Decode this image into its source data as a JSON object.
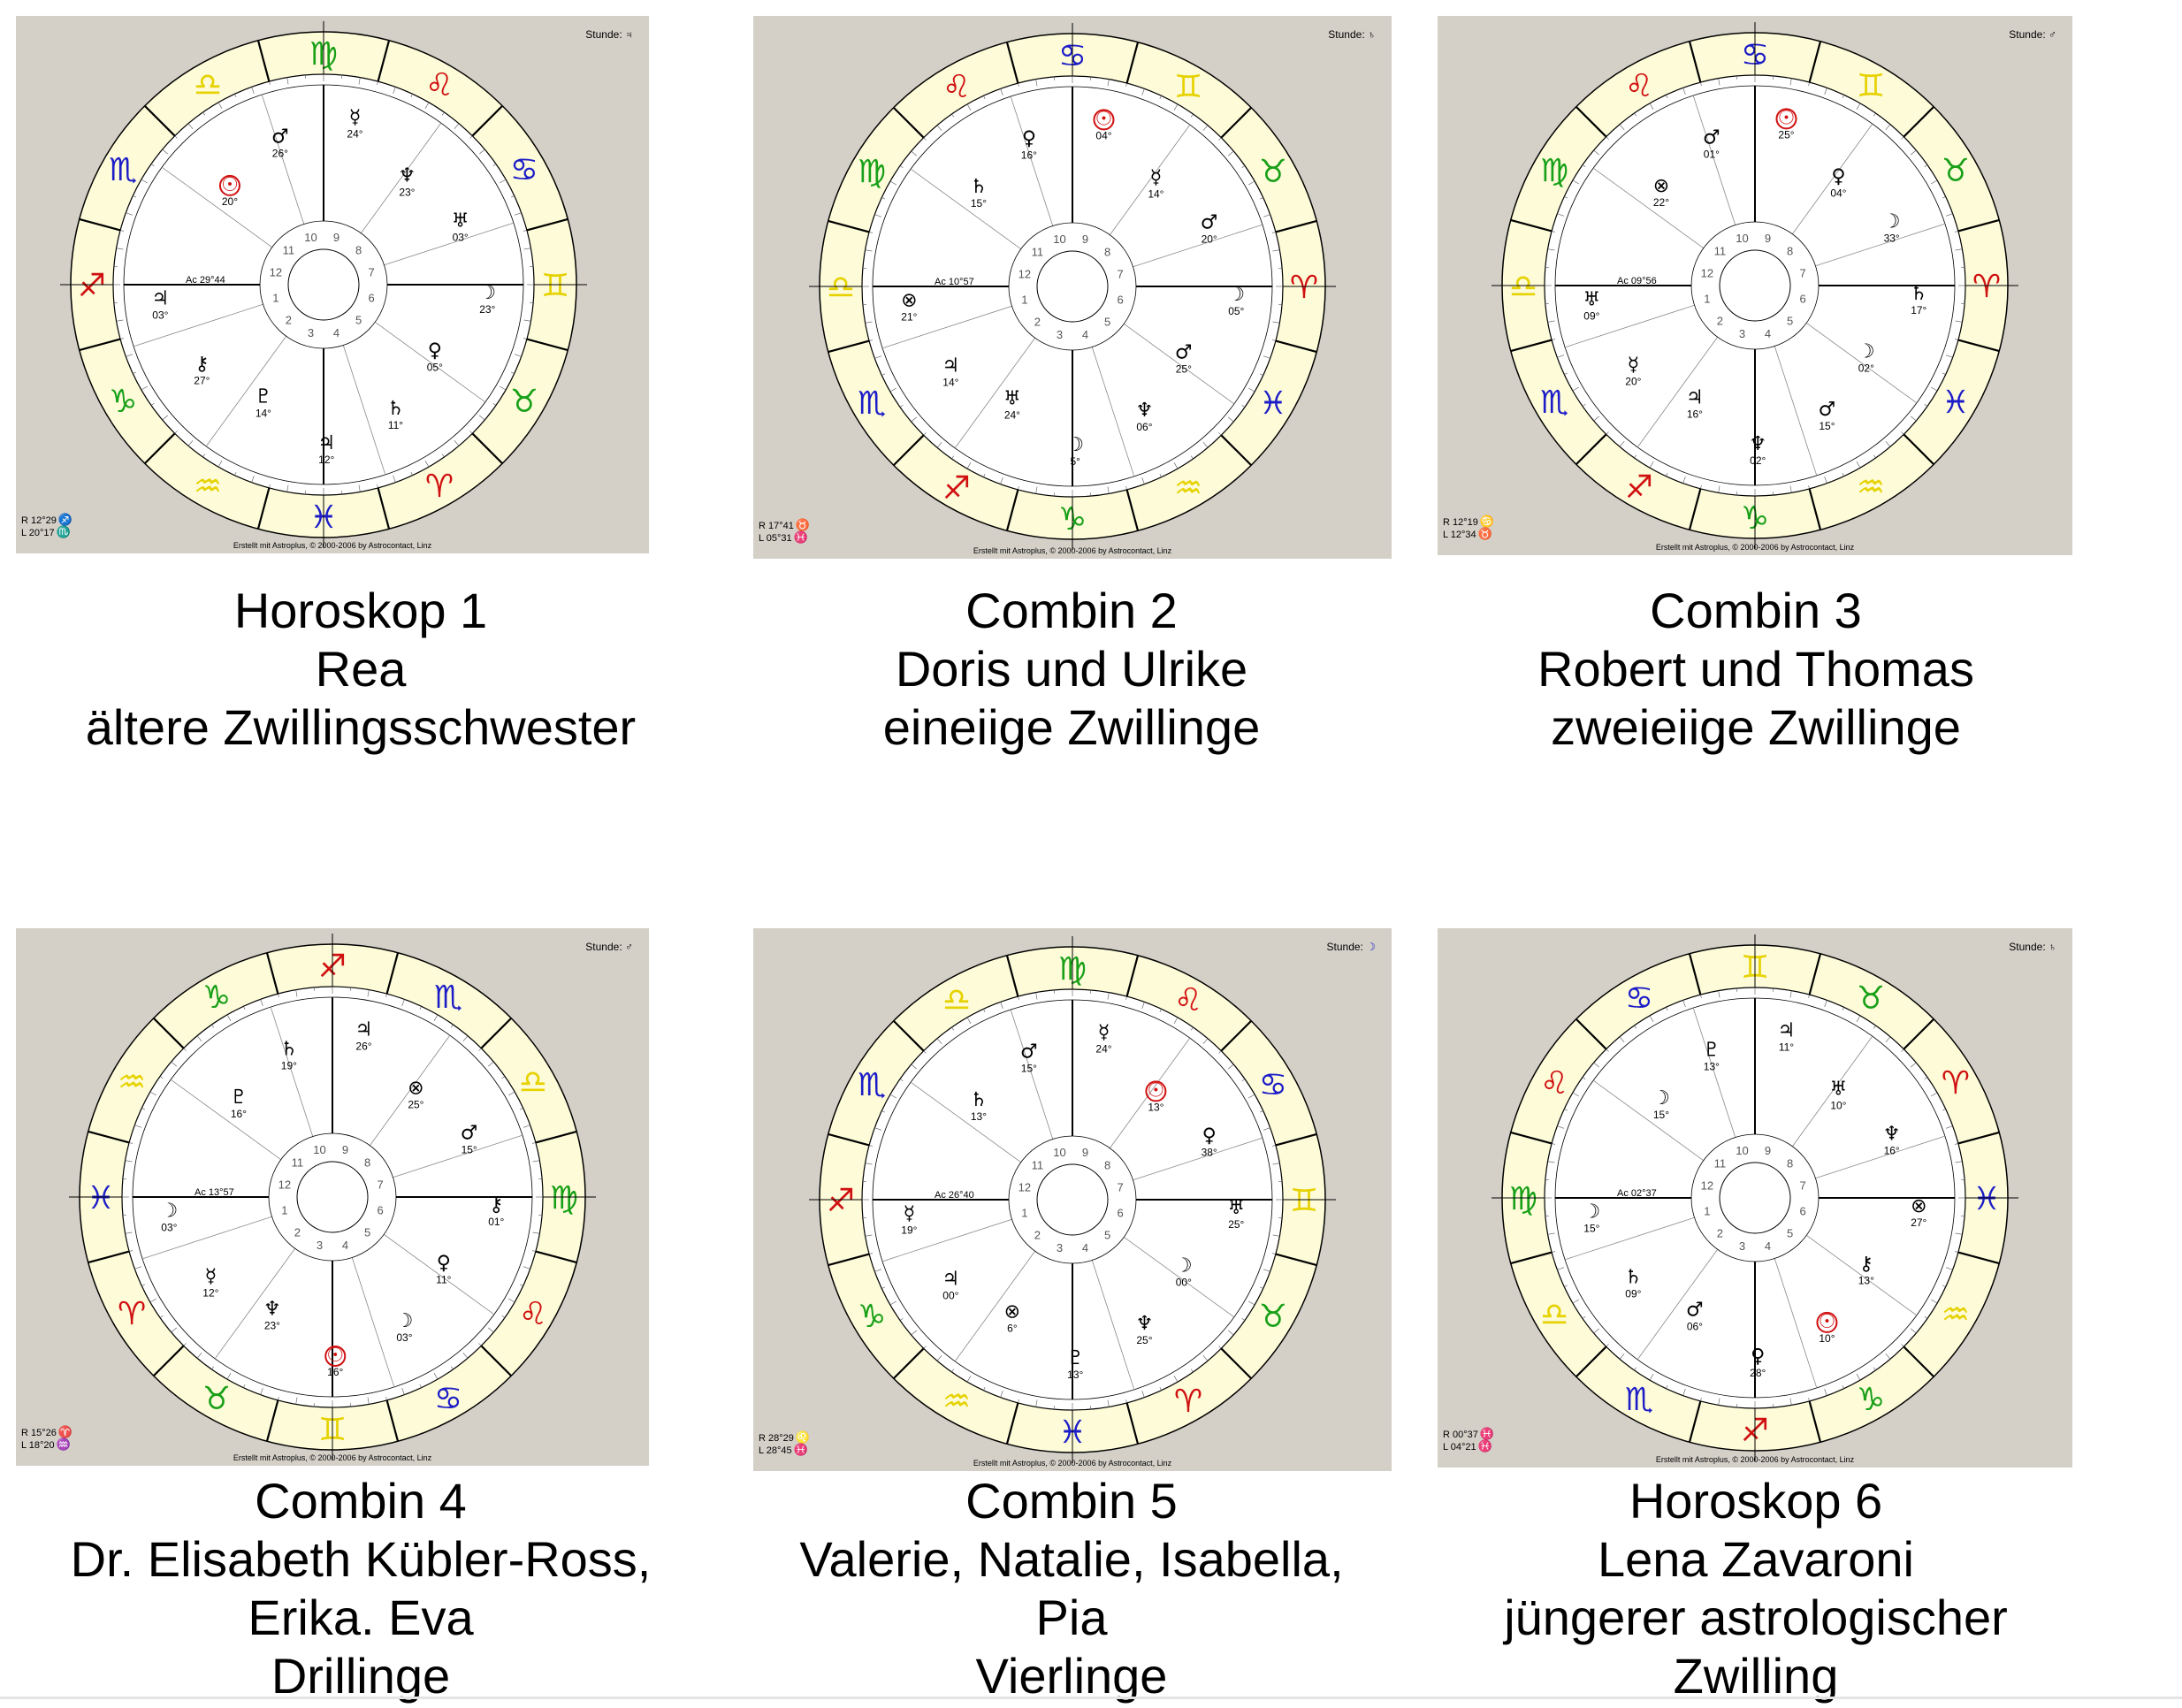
{
  "credit": "Erstellt mit Astroplus, © 2000-2006 by Astrocontact, Linz",
  "hour_label": "Stunde:",
  "charts": [
    {
      "caption": [
        "Horoskop 1",
        "Rea",
        "ältere Zwillingsschwester"
      ],
      "hour_planet": "♃",
      "hour_color": "#000000",
      "r_line": "R 12°29",
      "r_sign": "♐",
      "r_color": "#d01010",
      "l_line": "L 20°17",
      "l_sign": "♏",
      "l_color": "#1c1cc8",
      "ac_label": "Ac 29°44",
      "signs": [
        "♍",
        "♌",
        "♋",
        "♊",
        "♉",
        "♈",
        "♓",
        "♒",
        "♑",
        "♐",
        "♏",
        "♎"
      ],
      "sign_colors": [
        "#18a018",
        "#d01010",
        "#1c1cc8",
        "#e6d200",
        "#18a018",
        "#d01010",
        "#1c1cc8",
        "#e6d200",
        "#18a018",
        "#d01010",
        "#1c1cc8",
        "#e6d200"
      ],
      "planets": [
        {
          "glyph": "☉",
          "label": "20°"
        },
        {
          "glyph": "♂",
          "label": "26°"
        },
        {
          "glyph": "☿",
          "label": "24°"
        },
        {
          "glyph": "♆",
          "label": "23°"
        },
        {
          "glyph": "♅",
          "label": "03°"
        },
        {
          "glyph": "☽",
          "label": "23°"
        },
        {
          "glyph": "♀",
          "label": "05°"
        },
        {
          "glyph": "♄",
          "label": "11°"
        },
        {
          "glyph": "♃",
          "label": "12°"
        },
        {
          "glyph": "♇",
          "label": "14°"
        },
        {
          "glyph": "⚷",
          "label": "27°"
        },
        {
          "glyph": "♃",
          "label": "03°"
        }
      ]
    },
    {
      "caption": [
        "Combin 2",
        "Doris und Ulrike",
        "eineiige Zwillinge"
      ],
      "hour_planet": "♄",
      "hour_color": "#000000",
      "r_line": "R 17°41",
      "r_sign": "♉",
      "r_color": "#18a018",
      "l_line": "L 05°31",
      "l_sign": "♓",
      "l_color": "#1c1cc8",
      "ac_label": "Ac 10°57",
      "signs": [
        "♋",
        "♊",
        "♉",
        "♈",
        "♓",
        "♒",
        "♑",
        "♐",
        "♏",
        "♎",
        "♍",
        "♌"
      ],
      "sign_colors": [
        "#1c1cc8",
        "#e6d200",
        "#18a018",
        "#d01010",
        "#1c1cc8",
        "#e6d200",
        "#18a018",
        "#d01010",
        "#1c1cc8",
        "#e6d200",
        "#18a018",
        "#d01010"
      ],
      "planets": [
        {
          "glyph": "♄",
          "label": "15°"
        },
        {
          "glyph": "♀",
          "label": "16°"
        },
        {
          "glyph": "☉",
          "label": "04°"
        },
        {
          "glyph": "☿",
          "label": "14°"
        },
        {
          "glyph": "♂",
          "label": "20°"
        },
        {
          "glyph": "☽",
          "label": "05°"
        },
        {
          "glyph": "♂",
          "label": "25°"
        },
        {
          "glyph": "♆",
          "label": "06°"
        },
        {
          "glyph": "☽",
          "label": "5°"
        },
        {
          "glyph": "♅",
          "label": "24°"
        },
        {
          "glyph": "♃",
          "label": "14°"
        },
        {
          "glyph": "⊗",
          "label": "21°"
        }
      ]
    },
    {
      "caption": [
        "Combin 3",
        "Robert und Thomas",
        "zweieiige Zwillinge"
      ],
      "hour_planet": "♂",
      "hour_color": "#000000",
      "r_line": "R 12°19",
      "r_sign": "♋",
      "r_color": "#1c1cc8",
      "l_line": "L 12°34",
      "l_sign": "♉",
      "l_color": "#18a018",
      "ac_label": "Ac 09°56",
      "signs": [
        "♋",
        "♊",
        "♉",
        "♈",
        "♓",
        "♒",
        "♑",
        "♐",
        "♏",
        "♎",
        "♍",
        "♌"
      ],
      "sign_colors": [
        "#1c1cc8",
        "#e6d200",
        "#18a018",
        "#d01010",
        "#1c1cc8",
        "#e6d200",
        "#18a018",
        "#d01010",
        "#1c1cc8",
        "#e6d200",
        "#18a018",
        "#d01010"
      ],
      "planets": [
        {
          "glyph": "⊗",
          "label": "22°"
        },
        {
          "glyph": "♂",
          "label": "01°"
        },
        {
          "glyph": "☉",
          "label": "25°"
        },
        {
          "glyph": "♀",
          "label": "04°"
        },
        {
          "glyph": "☽",
          "label": "33°"
        },
        {
          "glyph": "♄",
          "label": "17°"
        },
        {
          "glyph": "☽",
          "label": "02°"
        },
        {
          "glyph": "♂",
          "label": "15°"
        },
        {
          "glyph": "♆",
          "label": "02°"
        },
        {
          "glyph": "♃",
          "label": "16°"
        },
        {
          "glyph": "☿",
          "label": "20°"
        },
        {
          "glyph": "♅",
          "label": "09°"
        }
      ]
    },
    {
      "caption": [
        "Combin 4",
        "Dr. Elisabeth Kübler-Ross,",
        "Erika. Eva",
        "Drillinge"
      ],
      "hour_planet": "♂",
      "hour_color": "#000000",
      "r_line": "R 15°26",
      "r_sign": "♈",
      "r_color": "#d01010",
      "l_line": "L 18°20",
      "l_sign": "♒",
      "l_color": "#e6d200",
      "ac_label": "Ac 13°57",
      "signs": [
        "♐",
        "♏",
        "♎",
        "♍",
        "♌",
        "♋",
        "♊",
        "♉",
        "♈",
        "♓",
        "♒",
        "♑"
      ],
      "sign_colors": [
        "#d01010",
        "#1c1cc8",
        "#e6d200",
        "#18a018",
        "#d01010",
        "#1c1cc8",
        "#e6d200",
        "#18a018",
        "#d01010",
        "#1c1cc8",
        "#e6d200",
        "#18a018"
      ],
      "planets": [
        {
          "glyph": "♇",
          "label": "16°"
        },
        {
          "glyph": "♄",
          "label": "19°"
        },
        {
          "glyph": "♃",
          "label": "26°"
        },
        {
          "glyph": "⊗",
          "label": "25°"
        },
        {
          "glyph": "♂",
          "label": "15°"
        },
        {
          "glyph": "⚷",
          "label": "01°"
        },
        {
          "glyph": "♀",
          "label": "11°"
        },
        {
          "glyph": "☽",
          "label": "03°"
        },
        {
          "glyph": "☉",
          "label": "16°"
        },
        {
          "glyph": "♆",
          "label": "23°"
        },
        {
          "glyph": "☿",
          "label": "12°"
        },
        {
          "glyph": "☽",
          "label": "03°"
        }
      ]
    },
    {
      "caption": [
        "Combin 5",
        "Valerie, Natalie, Isabella,",
        "Pia",
        "Vierlinge"
      ],
      "hour_planet": "☽",
      "hour_color": "#1c1cc8",
      "r_line": "R 28°29",
      "r_sign": "♌",
      "r_color": "#d01010",
      "l_line": "L 28°45",
      "l_sign": "♓",
      "l_color": "#1c1cc8",
      "ac_label": "Ac 26°40",
      "signs": [
        "♍",
        "♌",
        "♋",
        "♊",
        "♉",
        "♈",
        "♓",
        "♒",
        "♑",
        "♐",
        "♏",
        "♎"
      ],
      "sign_colors": [
        "#18a018",
        "#d01010",
        "#1c1cc8",
        "#e6d200",
        "#18a018",
        "#d01010",
        "#1c1cc8",
        "#e6d200",
        "#18a018",
        "#d01010",
        "#1c1cc8",
        "#e6d200"
      ],
      "planets": [
        {
          "glyph": "♄",
          "label": "13°"
        },
        {
          "glyph": "♂",
          "label": "15°"
        },
        {
          "glyph": "☿",
          "label": "24°"
        },
        {
          "glyph": "☉",
          "label": "13°"
        },
        {
          "glyph": "♀",
          "label": "38°"
        },
        {
          "glyph": "♅",
          "label": "25°"
        },
        {
          "glyph": "☽",
          "label": "00°"
        },
        {
          "glyph": "♆",
          "label": "25°"
        },
        {
          "glyph": "♇",
          "label": "13°"
        },
        {
          "glyph": "⊗",
          "label": "6°"
        },
        {
          "glyph": "♃",
          "label": "00°"
        },
        {
          "glyph": "☿",
          "label": "19°"
        }
      ]
    },
    {
      "caption": [
        "Horoskop 6",
        "Lena Zavaroni",
        "jüngerer astrologischer",
        "Zwilling"
      ],
      "hour_planet": "♄",
      "hour_color": "#000000",
      "r_line": "R 00°37",
      "r_sign": "♓",
      "r_color": "#1c1cc8",
      "l_line": "L 04°21",
      "l_sign": "♓",
      "l_color": "#1c1cc8",
      "ac_label": "Ac 02°37",
      "signs": [
        "♊",
        "♉",
        "♈",
        "♓",
        "♒",
        "♑",
        "♐",
        "♏",
        "♎",
        "♍",
        "♌",
        "♋"
      ],
      "sign_colors": [
        "#e6d200",
        "#18a018",
        "#d01010",
        "#1c1cc8",
        "#e6d200",
        "#18a018",
        "#d01010",
        "#1c1cc8",
        "#e6d200",
        "#18a018",
        "#d01010",
        "#1c1cc8"
      ],
      "planets": [
        {
          "glyph": "☽",
          "label": "15°"
        },
        {
          "glyph": "♇",
          "label": "13°"
        },
        {
          "glyph": "♃",
          "label": "11°"
        },
        {
          "glyph": "♅",
          "label": "10°"
        },
        {
          "glyph": "♆",
          "label": "16°"
        },
        {
          "glyph": "⊗",
          "label": "27°"
        },
        {
          "glyph": "⚷",
          "label": "13°"
        },
        {
          "glyph": "☉",
          "label": "10°"
        },
        {
          "glyph": "♀",
          "label": "28°"
        },
        {
          "glyph": "♂",
          "label": "06°"
        },
        {
          "glyph": "♄",
          "label": "09°"
        },
        {
          "glyph": "☽",
          "label": "15°"
        }
      ]
    }
  ]
}
